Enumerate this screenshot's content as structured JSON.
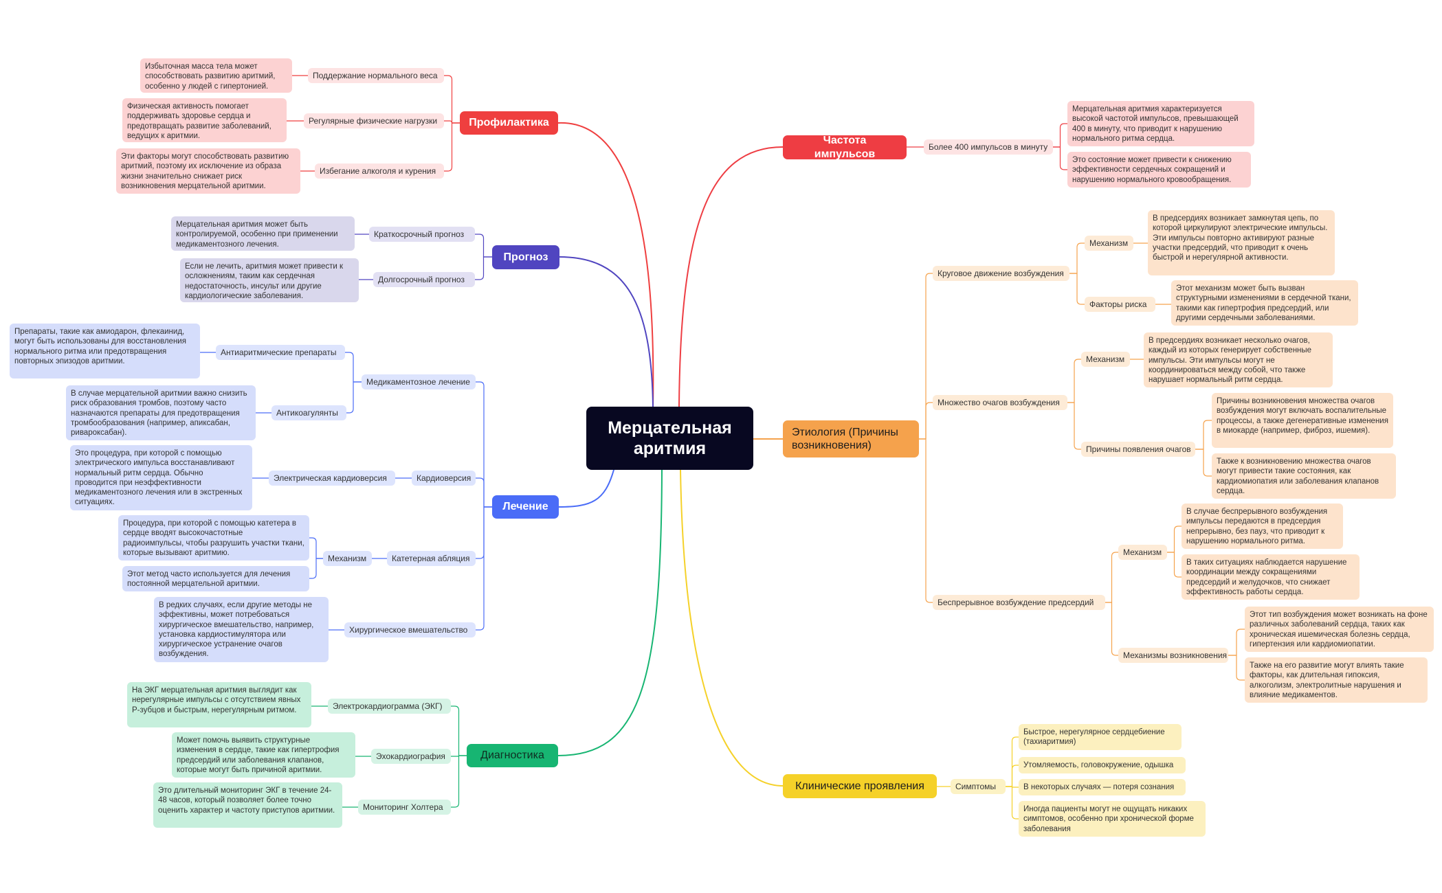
{
  "title": "Мерцательная аритмия",
  "colors": {
    "root": "#080821",
    "prophylaxis": "#ef3f3f",
    "prognosis": "#5045c0",
    "treatment": "#4a6cf7",
    "diagnostics": "#17b572",
    "frequency": "#ee3d43",
    "etiology": "#f5a24c",
    "clinical": "#f5d129"
  },
  "branches": {
    "prophylaxis": {
      "label": "Профилактика",
      "items": [
        {
          "label": "Поддержание нормального веса",
          "text": "Избыточная масса тела может способствовать развитию аритмий, особенно у людей с гипертонией."
        },
        {
          "label": "Регулярные физические нагрузки",
          "text": "Физическая активность помогает поддерживать здоровье сердца и предотвращать развитие заболеваний, ведущих к аритмии."
        },
        {
          "label": "Избегание алкоголя и курения",
          "text": "Эти факторы могут способствовать развитию аритмий, поэтому их исключение из образа жизни значительно снижает риск возникновения мерцательной аритмии."
        }
      ]
    },
    "prognosis": {
      "label": "Прогноз",
      "items": [
        {
          "label": "Краткосрочный прогноз",
          "text": "Мерцательная аритмия может быть контролируемой, особенно при применении медикаментозного лечения."
        },
        {
          "label": "Долгосрочный прогноз",
          "text": "Если не лечить, аритмия может привести к осложнениям, таким как сердечная недостаточность, инсульт или другие кардиологические заболевания."
        }
      ]
    },
    "treatment": {
      "label": "Лечение",
      "medication": {
        "label": "Медикаментозное лечение",
        "antiarrhythmic": {
          "label": "Антиаритмические препараты",
          "text": "Препараты, такие как амиодарон, флекаинид, могут быть использованы для восстановления нормального ритма или предотвращения повторных эпизодов аритмии."
        },
        "anticoagulants": {
          "label": "Антикоагулянты",
          "text": "В случае мерцательной аритмии важно снизить риск образования тромбов, поэтому часто назначаются препараты для предотвращения тромбообразования (например, апиксабан, ривароксабан)."
        }
      },
      "cardioversion": {
        "label": "Кардиоверсия",
        "electric": {
          "label": "Электрическая кардиоверсия",
          "text": "Это процедура, при которой с помощью электрического импульса восстанавливают нормальный ритм сердца. Обычно проводится при неэффективности медикаментозного лечения или в экстренных ситуациях."
        }
      },
      "ablation": {
        "label": "Катетерная абляция",
        "mechanism": {
          "label": "Механизм",
          "text1": "Процедура, при которой с помощью катетера в сердце вводят высокочастотные радиоимпульсы, чтобы разрушить участки ткани, которые вызывают аритмию.",
          "text2": "Этот метод часто используется для лечения постоянной мерцательной аритмии."
        }
      },
      "surgery": {
        "label": "Хирургическое вмешательство",
        "text": "В редких случаях, если другие методы не эффективны, может потребоваться хирургическое вмешательство, например, установка кардиостимулятора или хирургическое устранение очагов возбуждения."
      }
    },
    "diagnostics": {
      "label": "Диагностика",
      "items": [
        {
          "label": "Электрокардиограмма (ЭКГ)",
          "text": "На ЭКГ мерцательная аритмия выглядит как нерегулярные импульсы с отсутствием явных P-зубцов и быстрым, нерегулярным ритмом."
        },
        {
          "label": "Эхокардиография",
          "text": "Может помочь выявить структурные изменения в сердце, такие как гипертрофия предсердий или заболевания клапанов, которые могут быть причиной аритмии."
        },
        {
          "label": "Мониторинг Холтера",
          "text": "Это длительный мониторинг ЭКГ в течение 24-48 часов, который позволяет более точно оценить характер и частоту приступов аритмии."
        }
      ]
    },
    "frequency": {
      "label": "Частота импульсов",
      "sub": "Более 400 импульсов в минуту",
      "text1": "Мерцательная аритмия характеризуется высокой частотой импульсов, превышающей 400 в минуту, что приводит к нарушению нормального ритма сердца.",
      "text2": "Это состояние может привести к снижению эффективности сердечных сокращений и нарушению нормального кровообращения."
    },
    "etiology": {
      "label": "Этиология (Причины возникновения)",
      "circular": {
        "label": "Круговое движение возбуждения",
        "mechanism": {
          "label": "Механизм",
          "text": "В предсердиях возникает замкнутая цепь, по которой циркулируют электрические импульсы. Эти импульсы повторно активируют разные участки предсердий, что приводит к очень быстрой и нерегулярной активности."
        },
        "risk": {
          "label": "Факторы риска",
          "text": "Этот механизм может быть вызван структурными изменениями в сердечной ткани, такими как гипертрофия предсердий, или другими сердечными заболеваниями."
        }
      },
      "multiple": {
        "label": "Множество очагов возбуждения",
        "mechanism": {
          "label": "Механизм",
          "text": "В предсердиях возникает несколько очагов, каждый из которых генерирует собственные импульсы. Эти импульсы могут не координироваться между собой, что также нарушает нормальный ритм сердца."
        },
        "causes": {
          "label": "Причины появления очагов",
          "text1": "Причины возникновения множества очагов возбуждения могут включать воспалительные процессы, а также дегенеративные изменения в миокарде (например, фиброз, ишемия).",
          "text2": "Также к возникновению множества очагов могут привести такие состояния, как кардиомиопатия или заболевания клапанов сердца."
        }
      },
      "continuous": {
        "label": "Беспрерывное возбуждение предсердий",
        "mechanism": {
          "label": "Механизм",
          "text1": "В случае беспрерывного возбуждения импульсы передаются в предсердия непрерывно, без пауз, что приводит к нарушению нормального ритма.",
          "text2": "В таких ситуациях наблюдается нарушение координации между сокращениями предсердий и желудочков, что снижает эффективность работы сердца."
        },
        "mechanisms": {
          "label": "Механизмы возникновения",
          "text1": "Этот тип возбуждения может возникать на фоне различных заболеваний сердца, таких как хроническая ишемическая болезнь сердца, гипертензия или кардиомиопатии.",
          "text2": "Также на его развитие могут влиять такие факторы, как длительная гипоксия, алкоголизм, электролитные нарушения и влияние медикаментов."
        }
      }
    },
    "clinical": {
      "label": "Клинические проявления",
      "sub": "Симптомы",
      "items": [
        "Быстрое, нерегулярное сердцебиение (тахиаритмия)",
        "Утомляемость, головокружение, одышка",
        "В некоторых случаях — потеря сознания",
        "Иногда пациенты могут не ощущать никаких симптомов, особенно при хронической форме заболевания"
      ]
    }
  }
}
